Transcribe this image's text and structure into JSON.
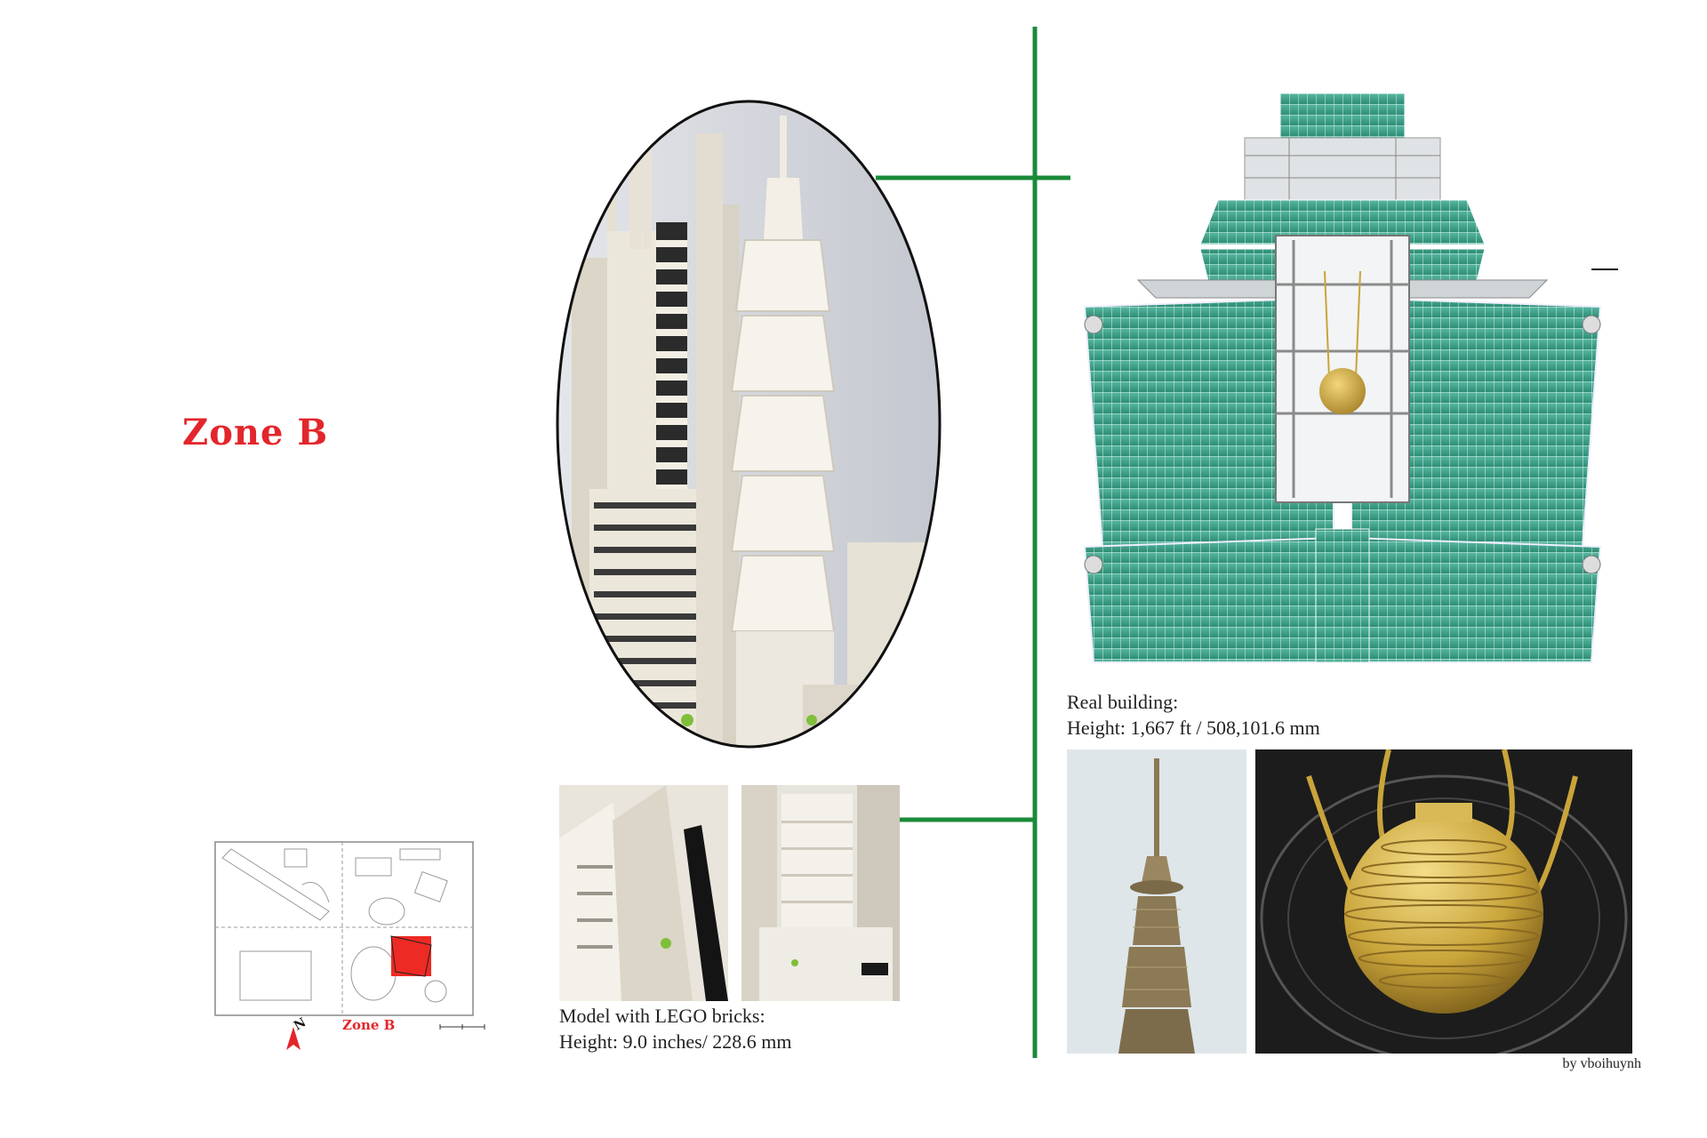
{
  "zone_title": "Zone B",
  "map": {
    "zone_label": "Zone B",
    "north_label": "N",
    "highlight_color": "#ee2a24"
  },
  "model_caption": {
    "line1": "Model with LEGO bricks:",
    "line2": "Height: 9.0 inches/ 228.6 mm"
  },
  "real_caption": {
    "line1": "Real building:",
    "line2": "Height: 1,667 ft / 508,101.6 mm"
  },
  "credit": "by vboihuynh",
  "colors": {
    "connector_green": "#1a8a3a",
    "title_red": "#e3262b",
    "glass_teal": "#2f9f85",
    "damper_gold": "#c9a43a"
  }
}
